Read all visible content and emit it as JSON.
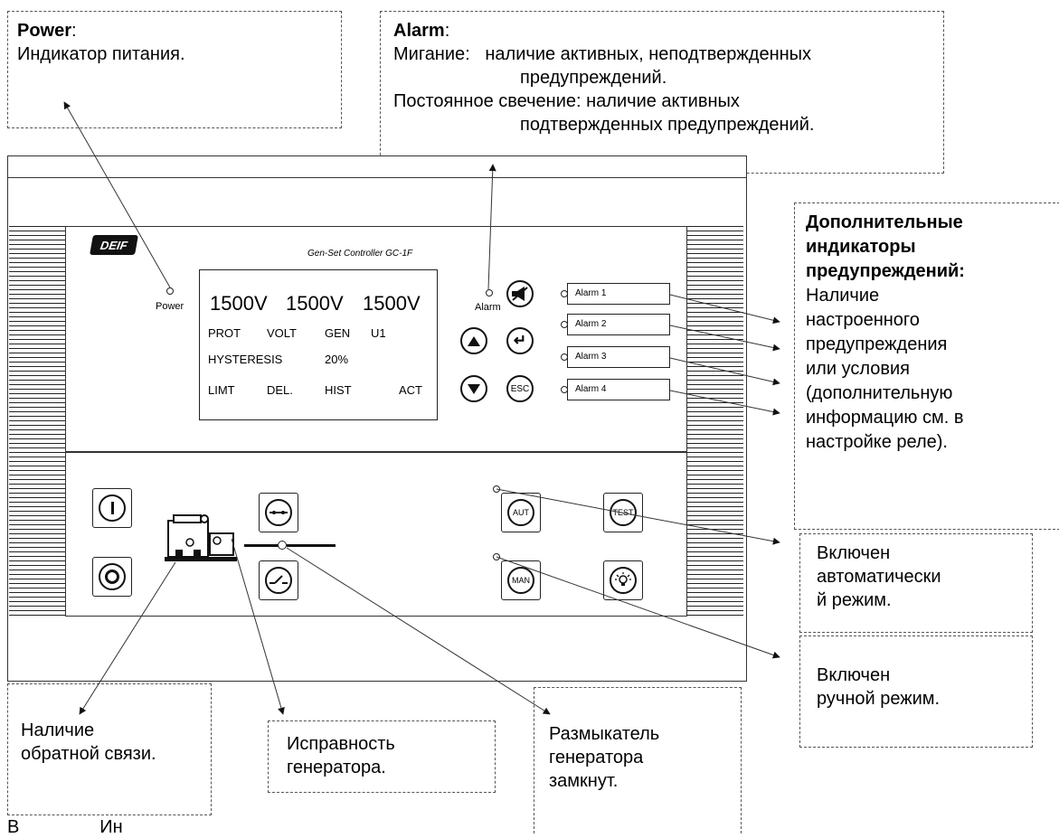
{
  "callouts": {
    "power": {
      "title": "Power",
      "title_suffix": ":",
      "text": "Индикатор питания."
    },
    "alarm": {
      "title": "Alarm",
      "title_suffix": ":",
      "line1_label": "Мигание:",
      "line1_text": "наличие активных, неподтвержденных",
      "line2": "предупреждений.",
      "line3": "Постоянное свечение:  наличие активных",
      "line4": "подтвержденных предупреждений."
    },
    "extra": {
      "title_lines": [
        "Дополнительные",
        "индикаторы",
        "предупреждений:"
      ],
      "text_lines": [
        "Наличие",
        "настроенного",
        "предупреждения",
        "или условия",
        "(дополнительную",
        "информацию см. в",
        "настройке реле)."
      ]
    },
    "auto": {
      "lines": [
        "Включен",
        "автоматически",
        "й режим."
      ]
    },
    "manual": {
      "lines": [
        "Включен",
        "ручной режим."
      ]
    },
    "feedback": {
      "lines": [
        "Наличие",
        "обратной связи."
      ]
    },
    "generator_ok": {
      "lines": [
        "Исправность",
        "генератора."
      ]
    },
    "breaker": {
      "lines": [
        "Размыкатель",
        "генератора",
        "замкнут."
      ]
    }
  },
  "device": {
    "brand": "DEIF",
    "model": "Gen-Set Controller GC-1F",
    "power_led_label": "Power",
    "alarm_led_label": "Alarm",
    "display": {
      "row1": [
        "1500V",
        "1500V",
        "1500V"
      ],
      "row2": [
        "PROT",
        "VOLT",
        "GEN",
        "U1"
      ],
      "row3": [
        "HYSTERESIS",
        "20%"
      ],
      "row4": [
        "LIMT",
        "DEL.",
        "HIST",
        "ACT"
      ]
    },
    "alarm_labels": [
      "Alarm 1",
      "Alarm 2",
      "Alarm 3",
      "Alarm 4"
    ],
    "buttons": {
      "esc": "ESC",
      "aut": "AUT",
      "test": "TEST",
      "man": "MAN"
    }
  },
  "footer_partial": "В                Ин"
}
